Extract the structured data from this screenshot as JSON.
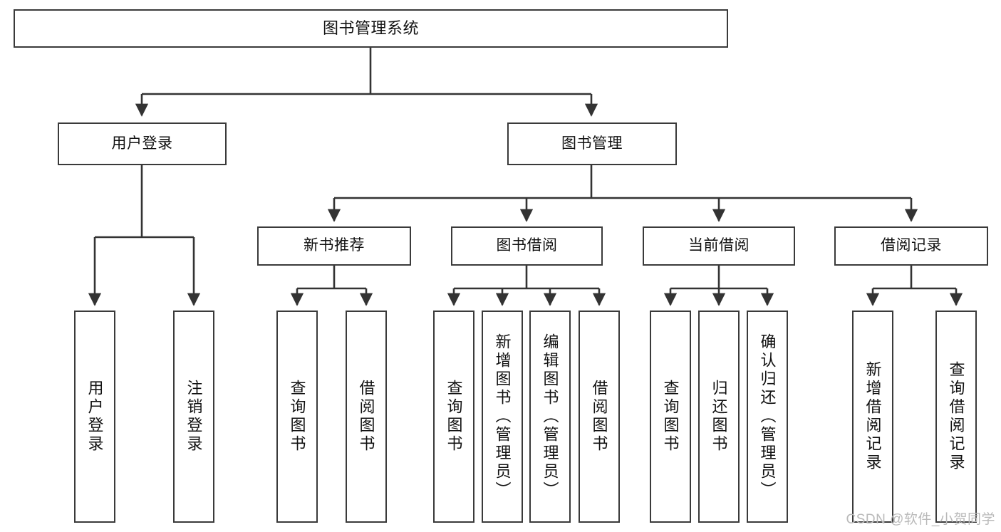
{
  "diagram": {
    "title": "图书管理系统",
    "type": "tree-hierarchy-diagram",
    "watermark": "CSDN @软件_小贺同学",
    "colors": {
      "box_border": "#3a3a3a",
      "box_fill": "#ffffff",
      "connector": "#333333",
      "text": "#111111",
      "watermark": "#b9b9b9",
      "background": "#ffffff"
    },
    "levels": {
      "root": {
        "label": "图书管理系统"
      },
      "level2": [
        {
          "label": "用户登录"
        },
        {
          "label": "图书管理"
        }
      ],
      "level3": [
        {
          "label": "新书推荐"
        },
        {
          "label": "图书借阅"
        },
        {
          "label": "当前借阅"
        },
        {
          "label": "借阅记录"
        }
      ],
      "leaves": {
        "user_login": [
          {
            "label": "用户登录"
          },
          {
            "label": "注销登录"
          }
        ],
        "new_book_recommend": [
          {
            "label": "查询图书"
          },
          {
            "label": "借阅图书"
          }
        ],
        "book_borrow": [
          {
            "label": "查询图书"
          },
          {
            "label": "新增图书（管理员）"
          },
          {
            "label": "编辑图书（管理员）"
          },
          {
            "label": "借阅图书"
          }
        ],
        "current_borrow": [
          {
            "label": "查询图书"
          },
          {
            "label": "归还图书"
          },
          {
            "label": "确认归还（管理员）"
          }
        ],
        "borrow_record": [
          {
            "label": "新增借阅记录"
          },
          {
            "label": "查询借阅记录"
          }
        ]
      }
    }
  }
}
